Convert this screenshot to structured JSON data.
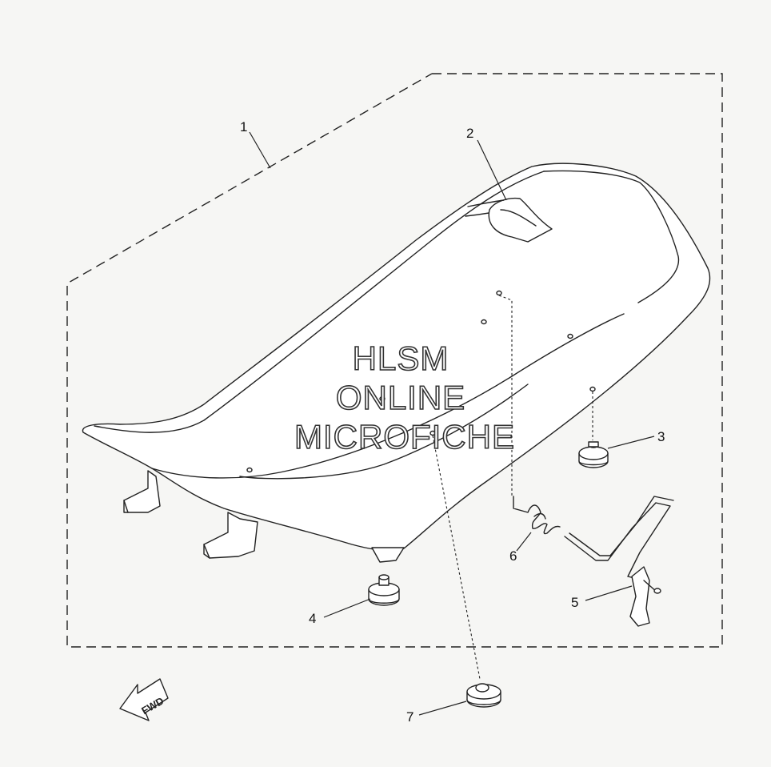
{
  "watermark": {
    "line1": "HLSM",
    "line2": "ONLINE",
    "line3": "MICROFICHE"
  },
  "fwd_label": "FWD",
  "callouts": [
    {
      "id": "c1",
      "label": "1"
    },
    {
      "id": "c2",
      "label": "2"
    },
    {
      "id": "c3",
      "label": "3"
    },
    {
      "id": "c4",
      "label": "4"
    },
    {
      "id": "c5",
      "label": "5"
    },
    {
      "id": "c6",
      "label": "6"
    },
    {
      "id": "c7",
      "label": "7"
    }
  ]
}
